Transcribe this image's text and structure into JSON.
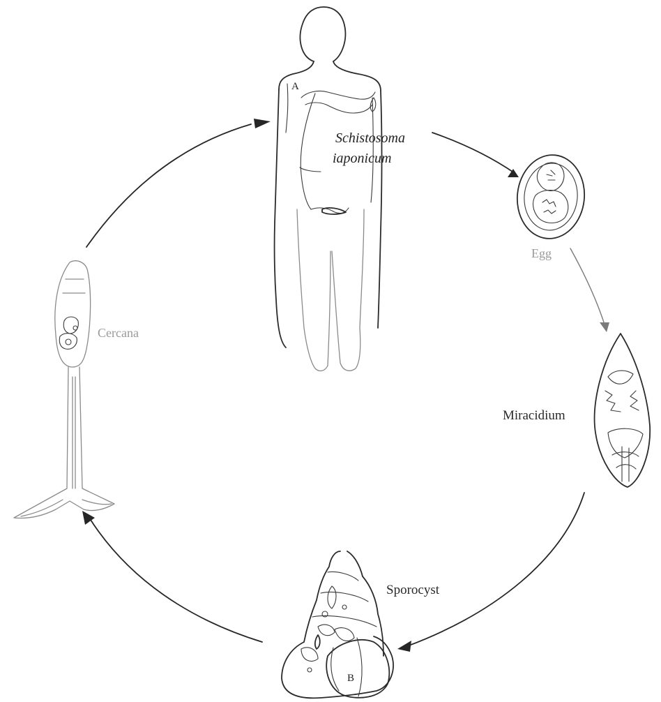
{
  "diagram": {
    "labels": {
      "host_letter": "A",
      "species_line1": "Schistosoma",
      "species_line2": "iaponicum",
      "egg": "Egg",
      "miracidium": "Miracidium",
      "sporocyst": "Sporocyst",
      "snail_letter": "B",
      "cercaria": "Cercana"
    },
    "stages": [
      "Schistosoma iaponicum",
      "Egg",
      "Miracidium",
      "Sporocyst",
      "Cercana"
    ],
    "icons": [
      "human-host-figure",
      "egg-illustration",
      "miracidium-illustration",
      "snail-sporocyst-illustration",
      "cercaria-illustration"
    ]
  }
}
